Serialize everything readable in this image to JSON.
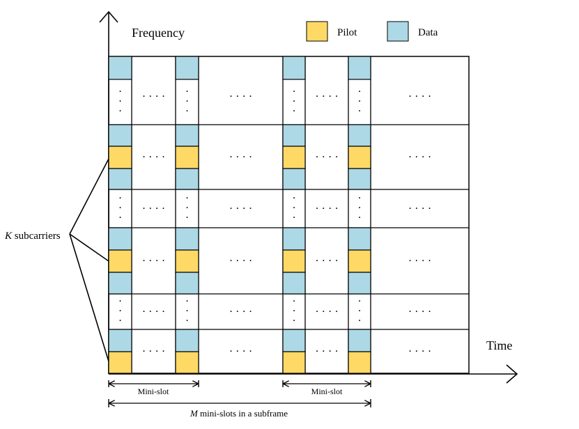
{
  "axes": {
    "y_label": "Frequency",
    "x_label": "Time"
  },
  "legend": {
    "pilot_label": "Pilot",
    "data_label": "Data"
  },
  "annotations": {
    "subcarriers_symbol": "K",
    "subcarriers_text": " subcarriers",
    "mini_slot_1": "Mini-slot",
    "mini_slot_2": "Mini-slot",
    "subframe_symbol": "M",
    "subframe_text": " mini-slots in a subframe"
  },
  "dots": {
    "horizontal": "· · · ·",
    "vertical": "·"
  },
  "colors": {
    "pilot": "#FFD966",
    "data": "#ADD8E6",
    "line": "#000000"
  }
}
